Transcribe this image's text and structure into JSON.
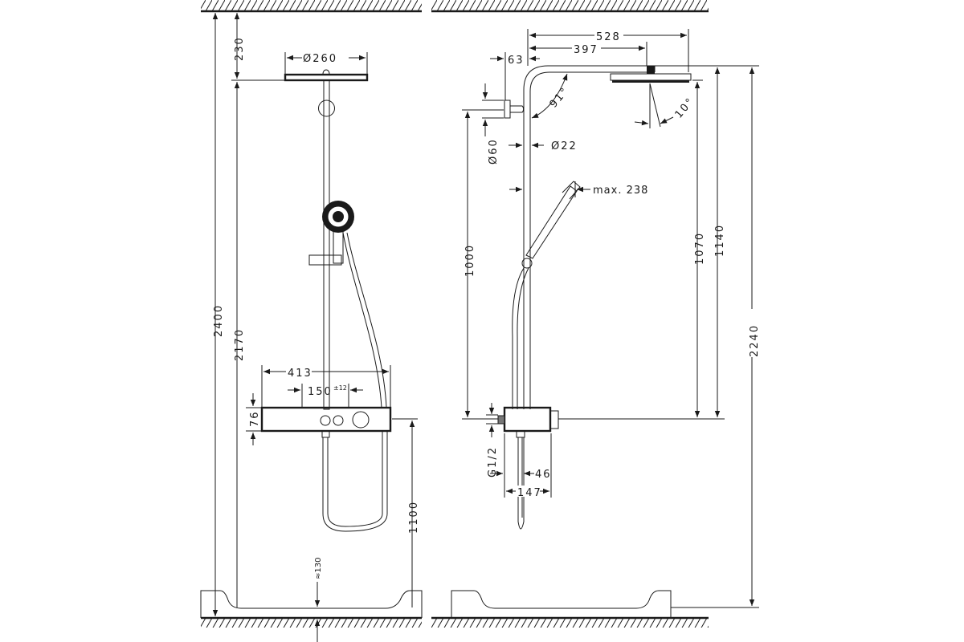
{
  "front_view": {
    "total_height": "2400",
    "ceiling_to_head": "230",
    "head_height": "2170",
    "head_diameter": "Ø260",
    "thermostat_width": "413",
    "connection_spacing": "150",
    "connection_tolerance": "±12",
    "thermostat_height": "76",
    "thermostat_floor_height": "1100",
    "tray_offset": "≈130"
  },
  "side_view": {
    "arm_total_length": "528",
    "arm_to_head_center": "397",
    "wall_offset": "63",
    "arm_angle": "91°",
    "head_tilt": "10°",
    "bracket_diameter": "Ø60",
    "pipe_diameter": "Ø22",
    "hand_shower_reach": "max. 238",
    "bracket_height": "1000",
    "head_height_above_thermostat": "1070",
    "arm_height_above_thermostat": "1140",
    "total_height": "2240",
    "thread": "G1/2",
    "pipe_offset": "46",
    "thermostat_depth": "147"
  }
}
